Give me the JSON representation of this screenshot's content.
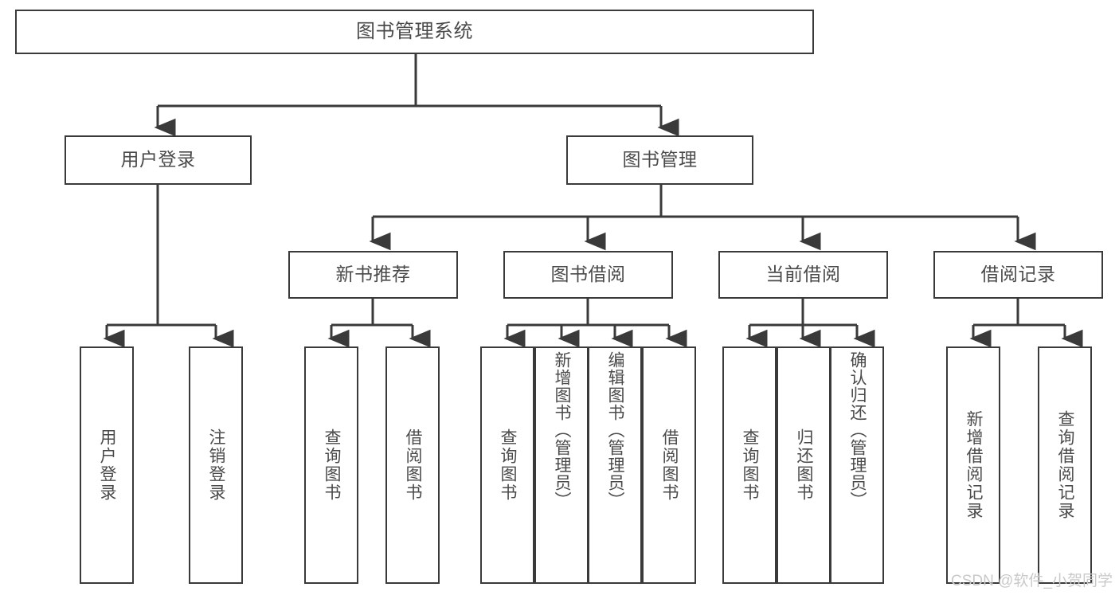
{
  "diagram": {
    "title": "图书管理系统",
    "type": "tree",
    "watermark": "CSDN @软件_小贺同学",
    "colors": {
      "box_border": "#3a3a3a",
      "box_fill": "#ffffff",
      "connector": "#3a3a3a",
      "text": "#4a4a4a",
      "watermark": "#c9c9c9"
    },
    "levels": {
      "root": {
        "label": "图书管理系统"
      },
      "level2": [
        {
          "id": "user-login",
          "label": "用户登录"
        },
        {
          "id": "book-management",
          "label": "图书管理"
        }
      ],
      "level3": [
        {
          "id": "new-book-recommend",
          "label": "新书推荐",
          "parent": "book-management"
        },
        {
          "id": "book-borrow",
          "label": "图书借阅",
          "parent": "book-management"
        },
        {
          "id": "current-borrow",
          "label": "当前借阅",
          "parent": "book-management"
        },
        {
          "id": "borrow-record",
          "label": "借阅记录",
          "parent": "book-management"
        }
      ],
      "leaves": [
        {
          "id": "leaf-user-login",
          "label": "用户登录",
          "parent": "user-login"
        },
        {
          "id": "leaf-logout",
          "label": "注销登录",
          "parent": "user-login"
        },
        {
          "id": "leaf-query-book-1",
          "label": "查询图书",
          "parent": "new-book-recommend"
        },
        {
          "id": "leaf-borrow-book-1",
          "label": "借阅图书",
          "parent": "new-book-recommend"
        },
        {
          "id": "leaf-query-book-2",
          "label": "查询图书",
          "parent": "book-borrow"
        },
        {
          "id": "leaf-add-book",
          "label": "新增图书（管理员）",
          "parent": "book-borrow"
        },
        {
          "id": "leaf-edit-book",
          "label": "编辑图书（管理员）",
          "parent": "book-borrow"
        },
        {
          "id": "leaf-borrow-book-2",
          "label": "借阅图书",
          "parent": "book-borrow"
        },
        {
          "id": "leaf-query-book-3",
          "label": "查询图书",
          "parent": "current-borrow"
        },
        {
          "id": "leaf-return-book",
          "label": "归还图书",
          "parent": "current-borrow"
        },
        {
          "id": "leaf-confirm-return",
          "label": "确认归还（管理员）",
          "parent": "current-borrow"
        },
        {
          "id": "leaf-add-record",
          "label": "新增借阅记录",
          "parent": "borrow-record"
        },
        {
          "id": "leaf-query-record",
          "label": "查询借阅记录",
          "parent": "borrow-record"
        }
      ]
    }
  }
}
